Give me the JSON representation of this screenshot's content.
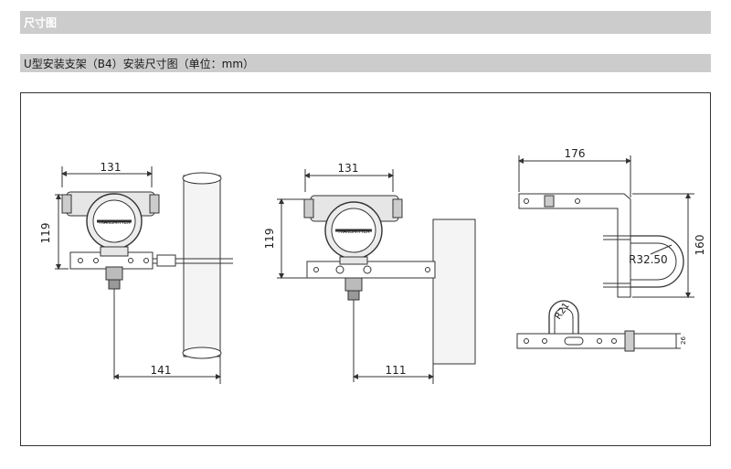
{
  "header": {
    "title": "尺寸图"
  },
  "section": {
    "title": "U型安装支架（B4）安装尺寸图（单位：mm）"
  },
  "views": {
    "left": {
      "top_width": "131",
      "height": "119",
      "bottom_width": "141"
    },
    "middle": {
      "top_width": "131",
      "height": "119",
      "bottom_width": "111"
    },
    "right": {
      "top_width": "176",
      "height": "160",
      "radius_large": "R32.50",
      "radius_small": "R21",
      "thickness": "26"
    }
  },
  "device_label": "TRANSMITTER",
  "colors": {
    "bar": "#cccccc",
    "line": "#333333",
    "pipe": "#f2f2f2",
    "shade": "#d9d9d9"
  }
}
